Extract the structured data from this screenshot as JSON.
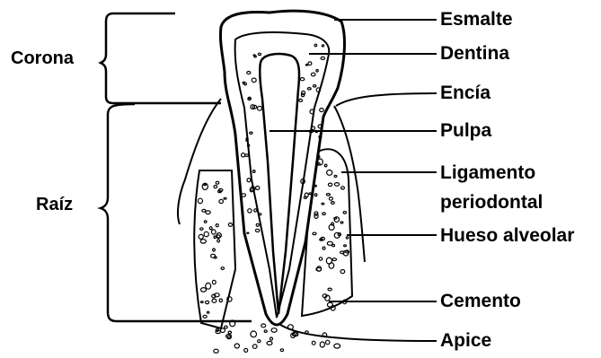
{
  "diagram": {
    "left_labels": {
      "crown": "Corona",
      "root": "Raíz"
    },
    "right_labels": {
      "enamel": "Esmalte",
      "dentin": "Dentina",
      "gum": "Encía",
      "pulp": "Pulpa",
      "ligament_line1": "Ligamento",
      "ligament_line2": "periodontal",
      "bone": "Hueso alveolar",
      "cementum": "Cemento",
      "apex": "Apice"
    },
    "colors": {
      "ink": "#000000",
      "background": "#ffffff"
    }
  }
}
